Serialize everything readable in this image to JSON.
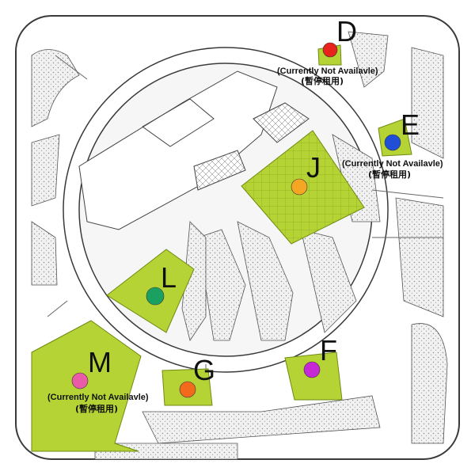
{
  "map": {
    "colors": {
      "zone_fill": "#b5d335",
      "zone_grid": "#93b31f",
      "ring": "#ffffff",
      "planting": "#dcdcdc",
      "outline": "#3a3a3a"
    },
    "zones": [
      {
        "id": "D",
        "label": "D",
        "dot_color": "#e8231b",
        "note": "(Currently Not Availavle)",
        "note_cn": "(暫停租用)"
      },
      {
        "id": "E",
        "label": "E",
        "dot_color": "#1f4fd6",
        "note": "(Currently Not Availavle)",
        "note_cn": "(暫停租用)"
      },
      {
        "id": "J",
        "label": "J",
        "dot_color": "#f5a623",
        "note": "",
        "note_cn": ""
      },
      {
        "id": "L",
        "label": "L",
        "dot_color": "#1aa060",
        "note": "",
        "note_cn": ""
      },
      {
        "id": "M",
        "label": "M",
        "dot_color": "#ea5ba8",
        "note": "(Currently Not Availavle)",
        "note_cn": "(暫停租用)"
      },
      {
        "id": "G",
        "label": "G",
        "dot_color": "#f26b1d",
        "note": "",
        "note_cn": ""
      },
      {
        "id": "F",
        "label": "F",
        "dot_color": "#c728d6",
        "note": "",
        "note_cn": ""
      }
    ]
  }
}
